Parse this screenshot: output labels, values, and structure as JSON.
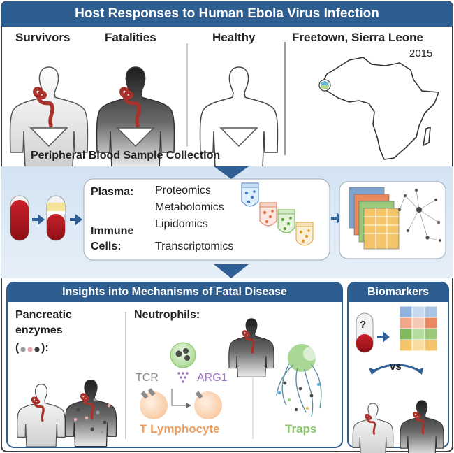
{
  "header": {
    "title": "Host Responses to Human Ebola Virus Infection"
  },
  "top_panel": {
    "groups": [
      "Survivors",
      "Fatalities",
      "Healthy"
    ],
    "location": "Freetown, Sierra Leone",
    "year": "2015",
    "collection_label": "Peripheral Blood Sample Collection"
  },
  "omics_panel": {
    "plasma_label": "Plasma:",
    "plasma_items": [
      "Proteomics",
      "Metabolomics",
      "Lipidomics"
    ],
    "immune_label_line1": "Immune",
    "immune_label_line2": "Cells:",
    "immune_items": [
      "Transcriptomics"
    ]
  },
  "insights_panel": {
    "title_prefix": "Insights into Mechanisms of ",
    "title_emph": "Fatal",
    "title_suffix": " Disease",
    "pancreatic_line1": "Pancreatic",
    "pancreatic_line2": "enzymes",
    "pancreatic_open": "(",
    "pancreatic_close": "):",
    "neutrophils_label": "Neutrophils:",
    "tcr_label": "TCR",
    "arg1_label": "ARG1",
    "tlymph_label": "T Lymphocyte",
    "traps_label": "Traps"
  },
  "biomarkers_panel": {
    "title": "Biomarkers",
    "unknown_mark": "?",
    "vs_label": "vs"
  },
  "colors": {
    "header_blue": "#2e5d8f",
    "band_blue": "#d6e5f3",
    "virus_red": "#a8322b",
    "arrow_blue": "#2f5f94",
    "arg1_purple": "#a072c6",
    "tcell_orange": "#f0a060",
    "traps_green": "#8bc56a"
  }
}
